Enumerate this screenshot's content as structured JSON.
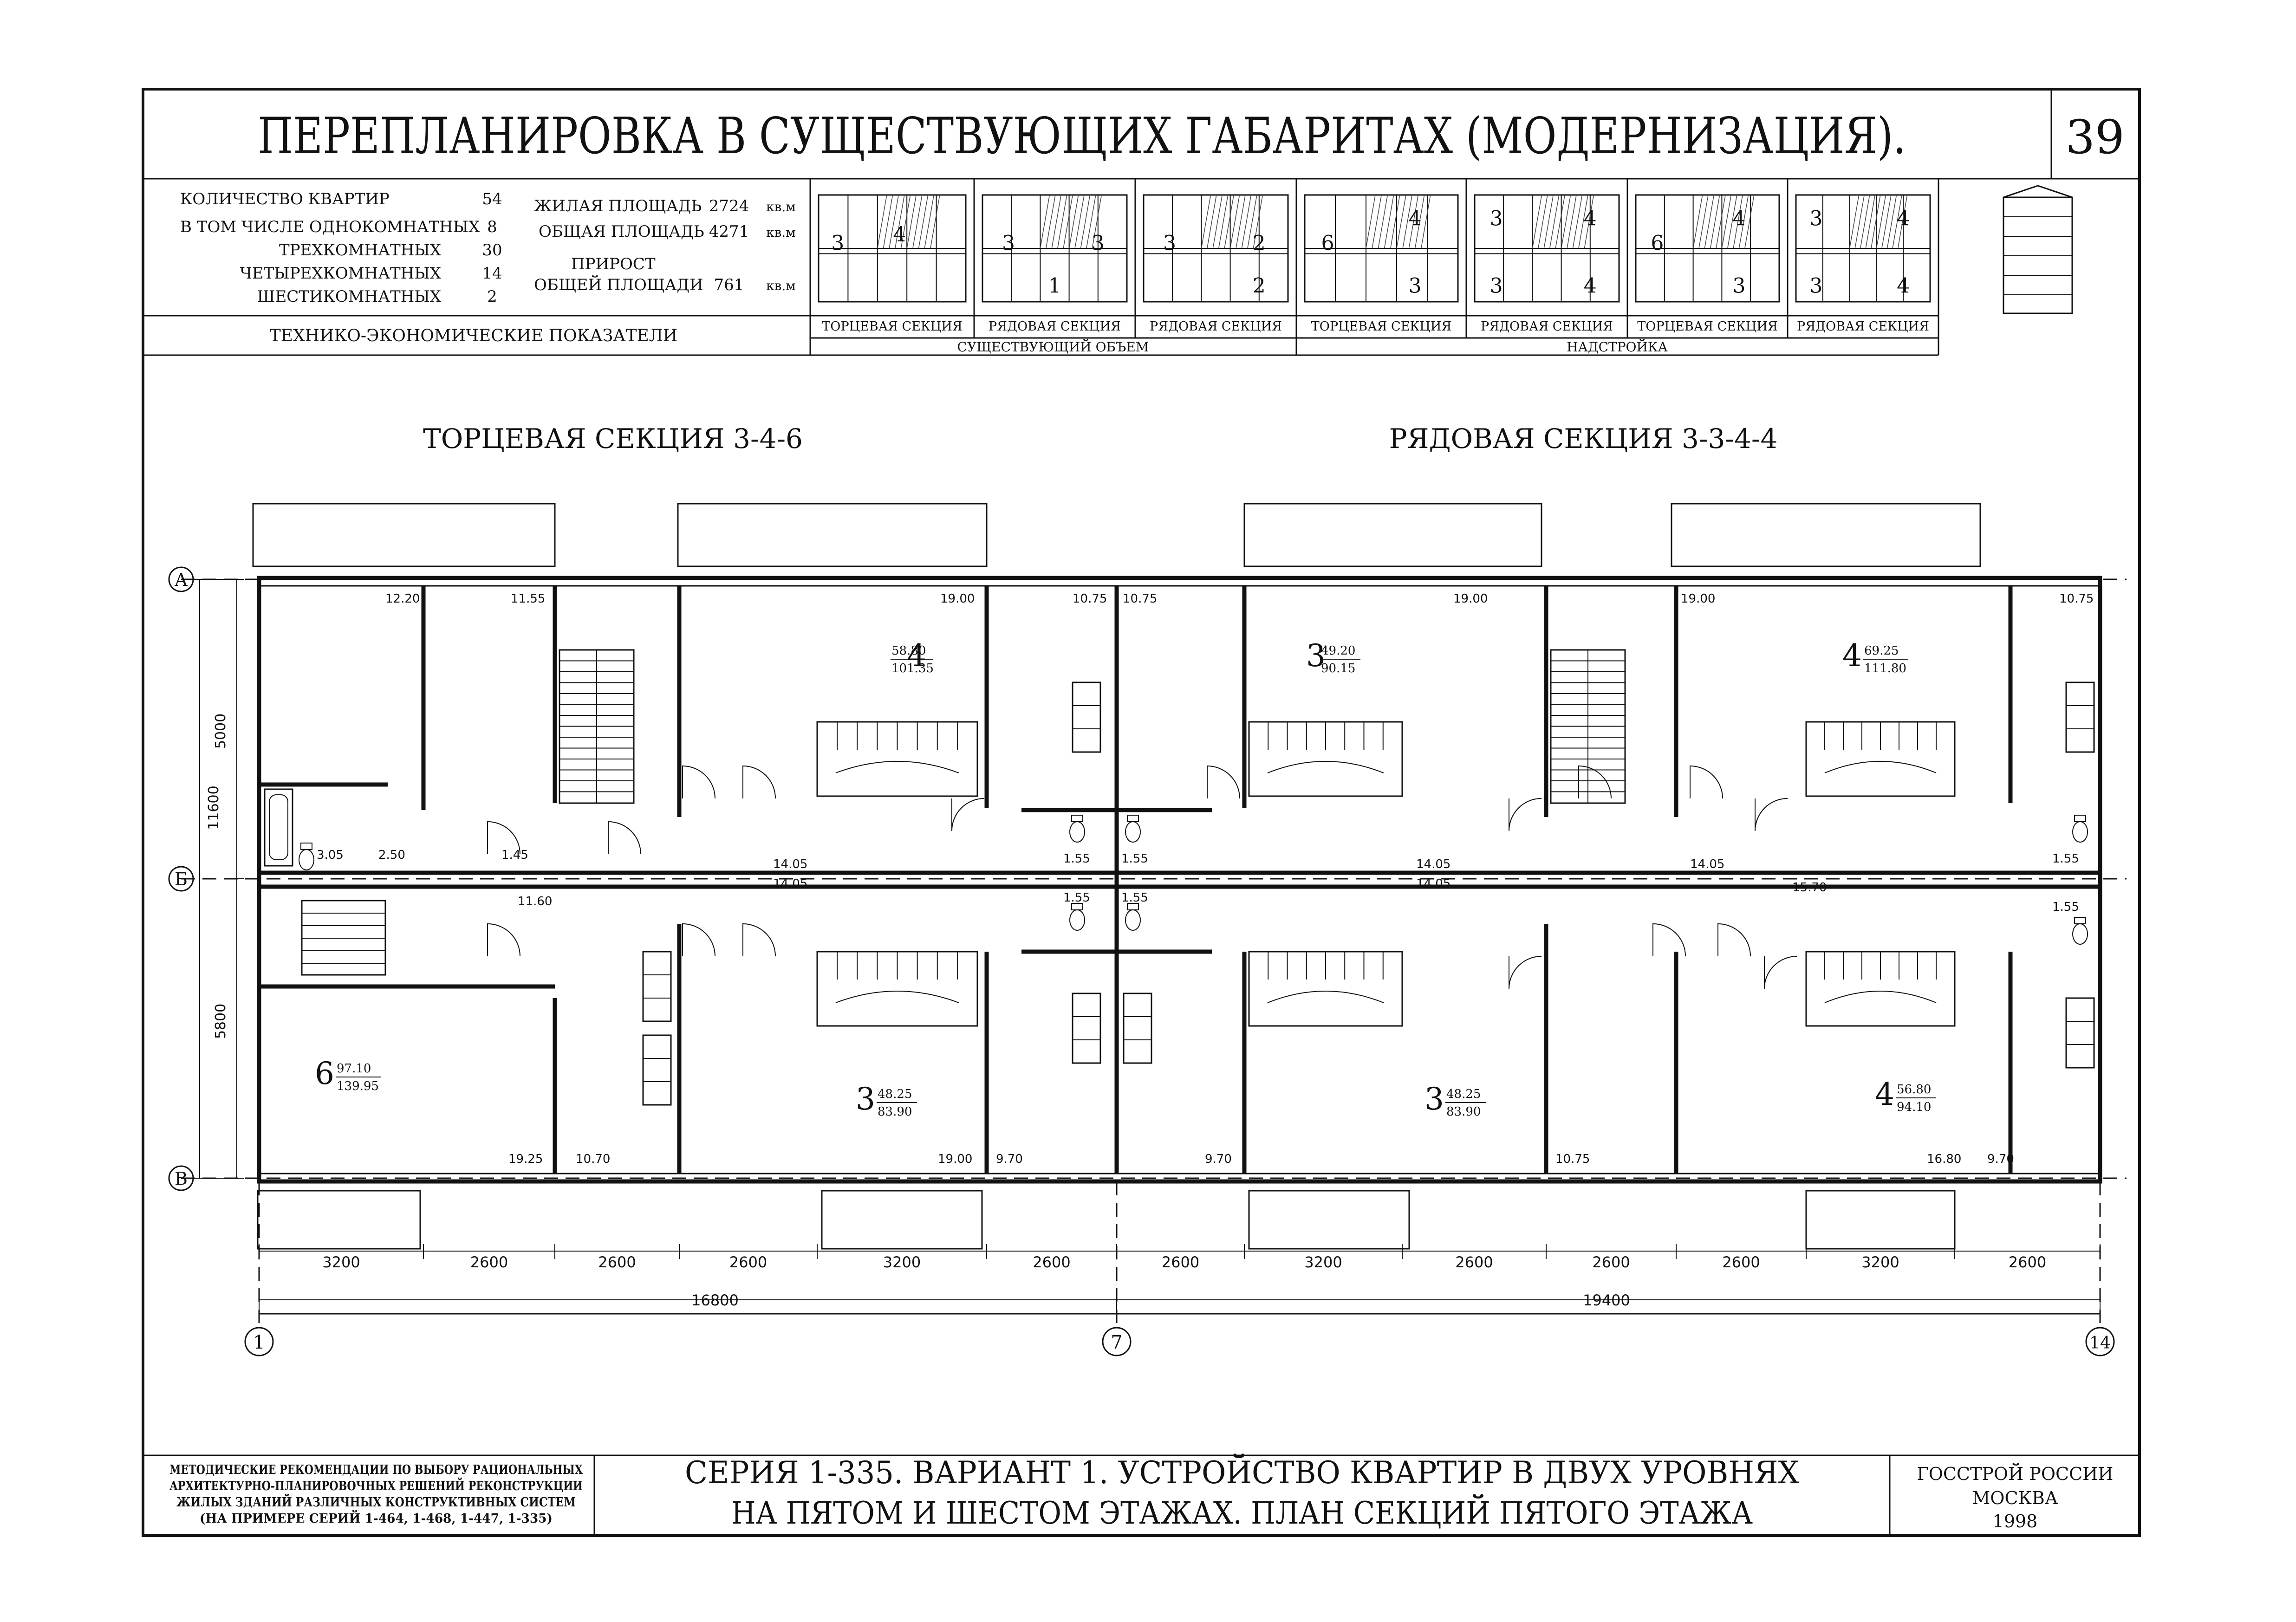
{
  "header": {
    "title": "ПЕРЕПЛАНИРОВКА В СУЩЕСТВУЮЩИХ ГАБАРИТАХ (МОДЕРНИЗАЦИЯ).",
    "sheet_number": "39"
  },
  "indicators": {
    "rows": [
      {
        "label": "КОЛИЧЕСТВО КВАРТИР",
        "value": "54"
      },
      {
        "label": "В ТОМ ЧИСЛЕ ОДНОКОМНАТНЫХ",
        "value": "8"
      },
      {
        "label": "ТРЕХКОМНАТНЫХ",
        "value": "30"
      },
      {
        "label": "ЧЕТЫРЕХКОМНАТНЫХ",
        "value": "14"
      },
      {
        "label": "ШЕСТИКОМНАТНЫХ",
        "value": "2"
      }
    ],
    "areas": [
      {
        "label": "ЖИЛАЯ ПЛОЩАДЬ",
        "value": "2724",
        "unit": "кв.м"
      },
      {
        "label": "ОБЩАЯ ПЛОЩАДЬ",
        "value": "4271",
        "unit": "кв.м"
      },
      {
        "label": "ПРИРОСТ",
        "value": "",
        "unit": ""
      },
      {
        "label": "ОБЩЕЙ ПЛОЩАДИ",
        "value": "761",
        "unit": "кв.м"
      }
    ],
    "caption": "ТЕХНИКО-ЭКОНОМИЧЕСКИЕ ПОКАЗАТЕЛИ"
  },
  "schemes": {
    "sections": [
      {
        "caption": "ТОРЦЕВАЯ СЕКЦИЯ",
        "marks": [
          "3",
          "4"
        ]
      },
      {
        "caption": "РЯДОВАЯ СЕКЦИЯ",
        "marks": [
          "3",
          "3",
          "1"
        ]
      },
      {
        "caption": "РЯДОВАЯ СЕКЦИЯ",
        "marks": [
          "3",
          "2",
          "2"
        ]
      },
      {
        "caption": "ТОРЦЕВАЯ СЕКЦИЯ",
        "marks": [
          "6",
          "4",
          "3"
        ]
      },
      {
        "caption": "РЯДОВАЯ СЕКЦИЯ",
        "marks": [
          "3",
          "4",
          "3",
          "4"
        ]
      },
      {
        "caption": "ТОРЦЕВАЯ СЕКЦИЯ",
        "marks": [
          "6",
          "4",
          "3"
        ]
      },
      {
        "caption": "РЯДОВАЯ СЕКЦИЯ",
        "marks": [
          "3",
          "4",
          "3",
          "4"
        ]
      }
    ],
    "groups": [
      "СУЩЕСТВУЮЩИЙ ОБЪЕМ",
      "НАДСТРОЙКА"
    ]
  },
  "plan": {
    "section_left": "ТОРЦЕВАЯ СЕКЦИЯ 3-4-6",
    "section_right": "РЯДОВАЯ СЕКЦИЯ 3-3-4-4",
    "axes_rows": [
      "А",
      "Б",
      "В"
    ],
    "axes_cols": [
      "1",
      "7",
      "14"
    ],
    "vertical_dims": {
      "total": "11600",
      "upper": "5000",
      "lower": "5800"
    },
    "bay_dims": [
      "3200",
      "2600",
      "2600",
      "2600",
      "3200",
      "2600",
      "2600",
      "3200",
      "2600",
      "2600",
      "2600",
      "3200",
      "2600"
    ],
    "total_dims": [
      "16800",
      "19400"
    ],
    "apartments": [
      {
        "rooms": "4",
        "living": "58.80",
        "total": "101.35"
      },
      {
        "rooms": "3",
        "living": "49.20",
        "total": "90.15"
      },
      {
        "rooms": "4",
        "living": "69.25",
        "total": "111.80"
      },
      {
        "rooms": "6",
        "living": "97.10",
        "total": "139.95"
      },
      {
        "rooms": "3",
        "living": "48.25",
        "total": "83.90"
      },
      {
        "rooms": "3",
        "living": "48.25",
        "total": "83.90"
      },
      {
        "rooms": "4",
        "living": "56.80",
        "total": "94.10"
      }
    ],
    "room_areas_top": [
      "12.20",
      "11.55",
      "19.00",
      "10.75",
      "10.75",
      "19.00",
      "19.00",
      "10.75"
    ],
    "room_areas_mid": [
      "3.05",
      "2.50",
      "1.45",
      "11.60",
      "14.05",
      "14.05",
      "1.55",
      "1.55",
      "1.55",
      "1.55",
      "14.05",
      "14.05",
      "14.05",
      "15.70",
      "1.55",
      "1.55"
    ],
    "room_areas_bottom": [
      "19.25",
      "10.70",
      "19.00",
      "9.70",
      "9.70",
      "10.75",
      "16.80",
      "9.70"
    ]
  },
  "footer": {
    "left_lines": [
      "МЕТОДИЧЕСКИЕ РЕКОМЕНДАЦИИ ПО ВЫБОРУ РАЦИОНАЛЬНЫХ",
      "АРХИТЕКТУРНО-ПЛАНИРОВОЧНЫХ РЕШЕНИЙ РЕКОНСТРУКЦИИ",
      "ЖИЛЫХ ЗДАНИЙ РАЗЛИЧНЫХ КОНСТРУКТИВНЫХ СИСТЕМ",
      "(НА ПРИМЕРЕ СЕРИЙ 1-464, 1-468, 1-447, 1-335)"
    ],
    "title_line1": "СЕРИЯ 1-335. ВАРИАНТ 1. УСТРОЙСТВО КВАРТИР В ДВУХ УРОВНЯХ",
    "title_line2": "НА ПЯТОМ И ШЕСТОМ ЭТАЖАХ. ПЛАН СЕКЦИЙ ПЯТОГО ЭТАЖА",
    "org_lines": [
      "ГОССТРОЙ РОССИИ",
      "МОСКВА",
      "1998"
    ]
  }
}
